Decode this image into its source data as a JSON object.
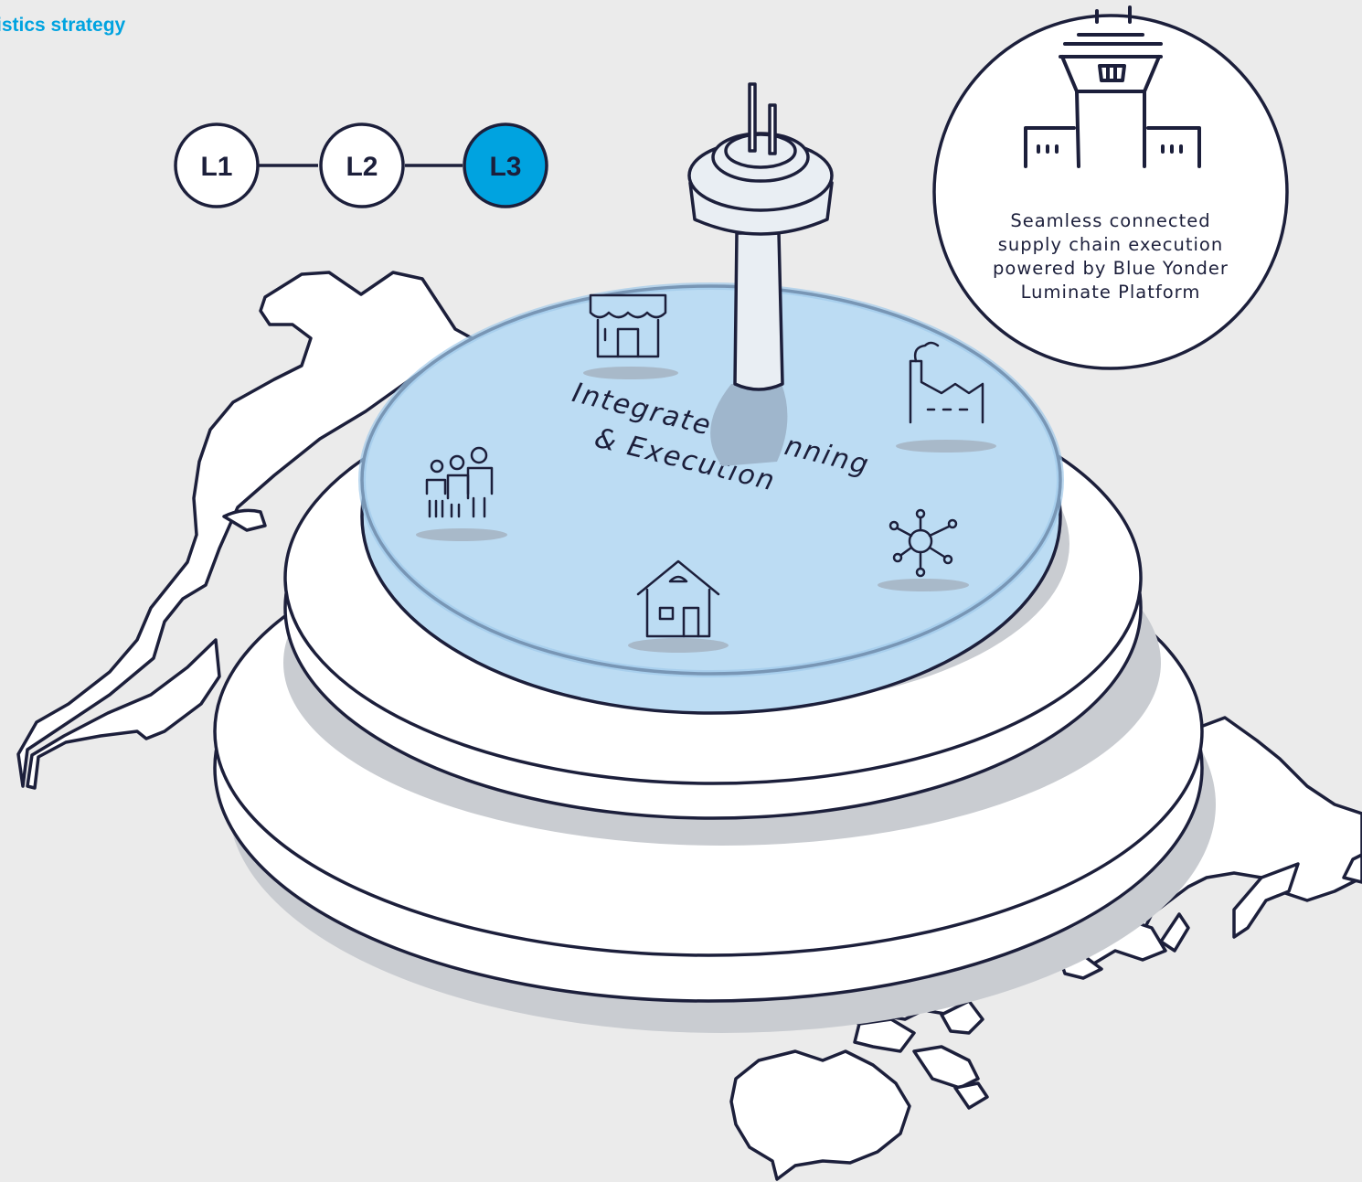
{
  "header": {
    "title": "istics strategy"
  },
  "levels": [
    {
      "label": "L1",
      "active": false
    },
    {
      "label": "L2",
      "active": false
    },
    {
      "label": "L3",
      "active": true
    }
  ],
  "platform": {
    "label_line1": "Integrated Planning",
    "label_line2": "& Execution"
  },
  "callout": {
    "lines": [
      "Seamless connected",
      "supply chain execution",
      "powered by Blue Yonder",
      "Luminate Platform"
    ]
  },
  "icons": [
    "store-icon",
    "factory-icon",
    "people-icon",
    "network-hub-icon",
    "house-icon",
    "control-tower-icon",
    "tower-icon"
  ],
  "colors": {
    "background": "#ebebeb",
    "outline": "#1c1f3b",
    "accent": "#00a3e0",
    "platform_blue": "#bcdcf3",
    "shadow": "#c9ccd1",
    "white": "#ffffff"
  }
}
